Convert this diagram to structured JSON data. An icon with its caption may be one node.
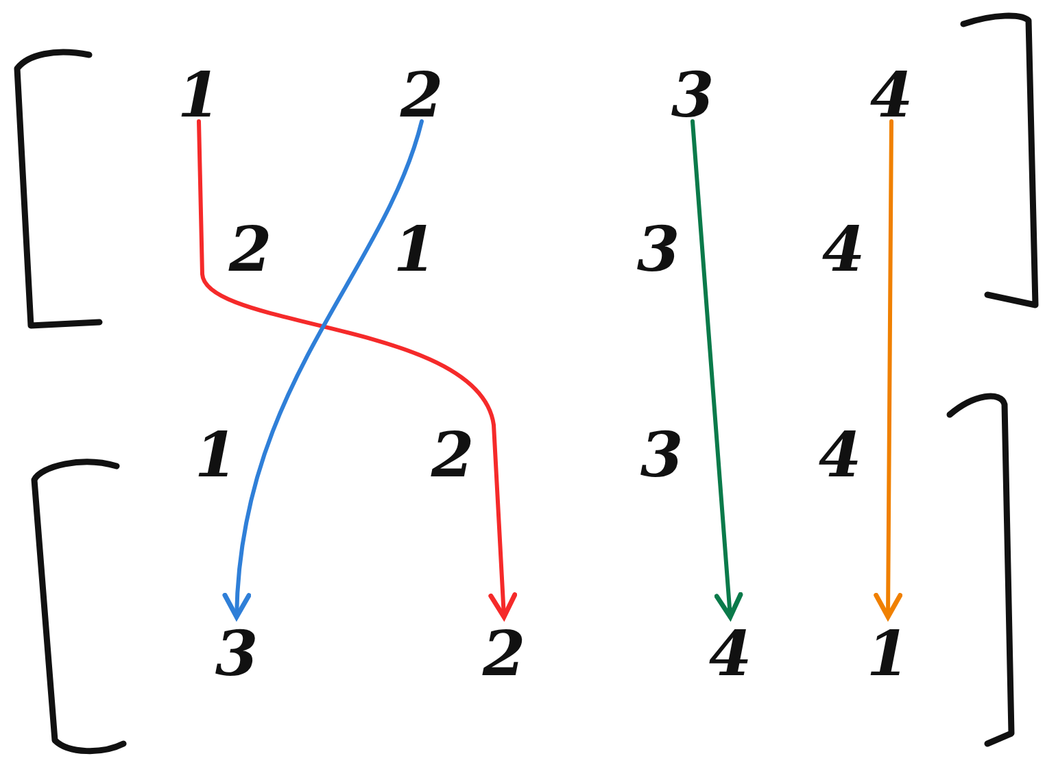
{
  "diagram": {
    "nodes": [
      {
        "text": [
          "1"
        ]
      },
      {
        "text": [
          "2"
        ]
      },
      {
        "text": [
          "3"
        ]
      },
      {
        "text": [
          "4"
        ]
      },
      {
        "text": [
          "3"
        ]
      },
      {
        "text": [
          "2"
        ]
      },
      {
        "text": [
          "4"
        ]
      },
      {
        "text": [
          "1"
        ]
      }
    ],
    "edges": [
      {
        "from": 0,
        "to": 5,
        "arrow": "to",
        "color": "#f52a2a"
      },
      {
        "from": 1,
        "to": 4,
        "arrow": "to",
        "color": "#2f7fd8"
      },
      {
        "from": 2,
        "to": 6,
        "arrow": "to",
        "color": "#0a7a4a"
      },
      {
        "from": 3,
        "to": 7,
        "arrow": "to",
        "color": "#f08000"
      }
    ],
    "labels": [
      "2",
      "1",
      "3",
      "4",
      "1",
      "2",
      "3",
      "4"
    ]
  }
}
